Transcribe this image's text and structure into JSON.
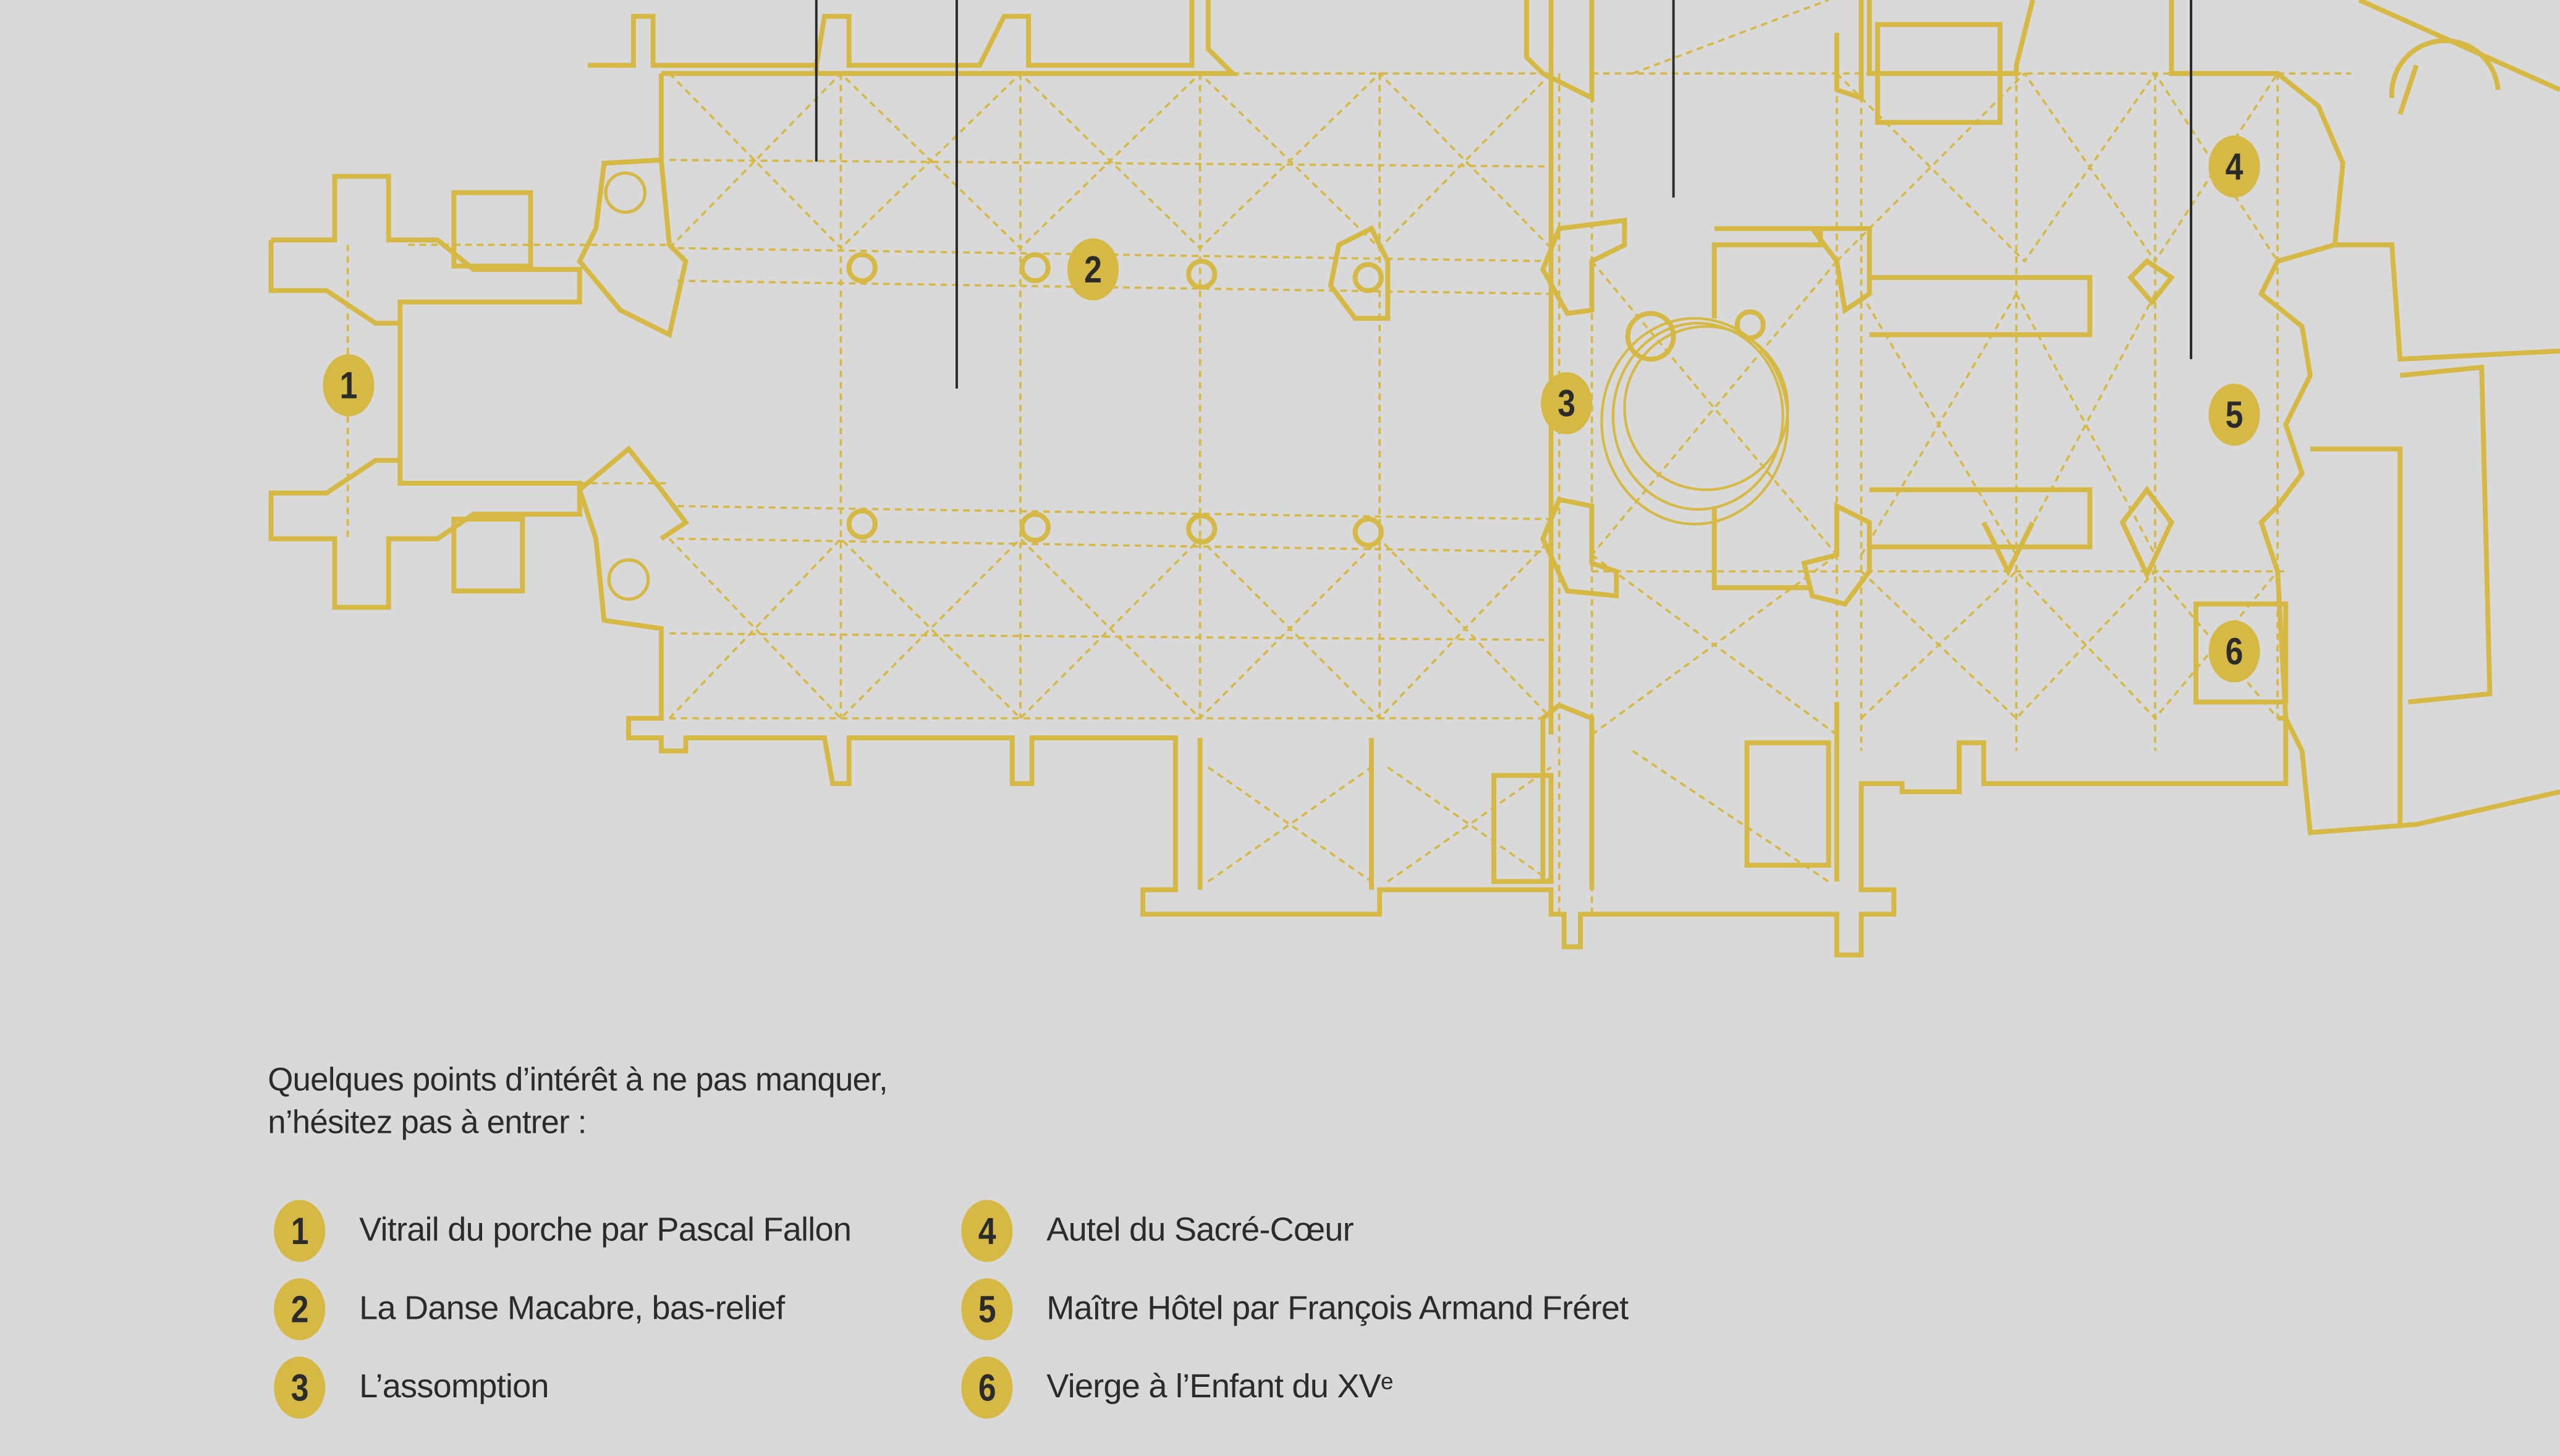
{
  "colors": {
    "background": "#d9d9d9",
    "accent": "#d6b945",
    "text": "#2b2b2b"
  },
  "plan_markers": [
    "1",
    "2",
    "3",
    "4",
    "5",
    "6"
  ],
  "legend": {
    "intro_line1": "Quelques points d’intérêt à ne pas manquer,",
    "intro_line2": "n’hésitez pas à entrer :",
    "items": [
      {
        "number": "1",
        "label": "Vitrail du porche par Pascal Fallon"
      },
      {
        "number": "2",
        "label": "La Danse Macabre, bas-relief"
      },
      {
        "number": "3",
        "label": "L’assomption"
      },
      {
        "number": "4",
        "label": "Autel du Sacré-Cœur"
      },
      {
        "number": "5",
        "label": "Maître Hôtel par François Armand Fréret"
      },
      {
        "number": "6",
        "label": "Vierge à l’Enfant du XVᵉ"
      }
    ]
  }
}
